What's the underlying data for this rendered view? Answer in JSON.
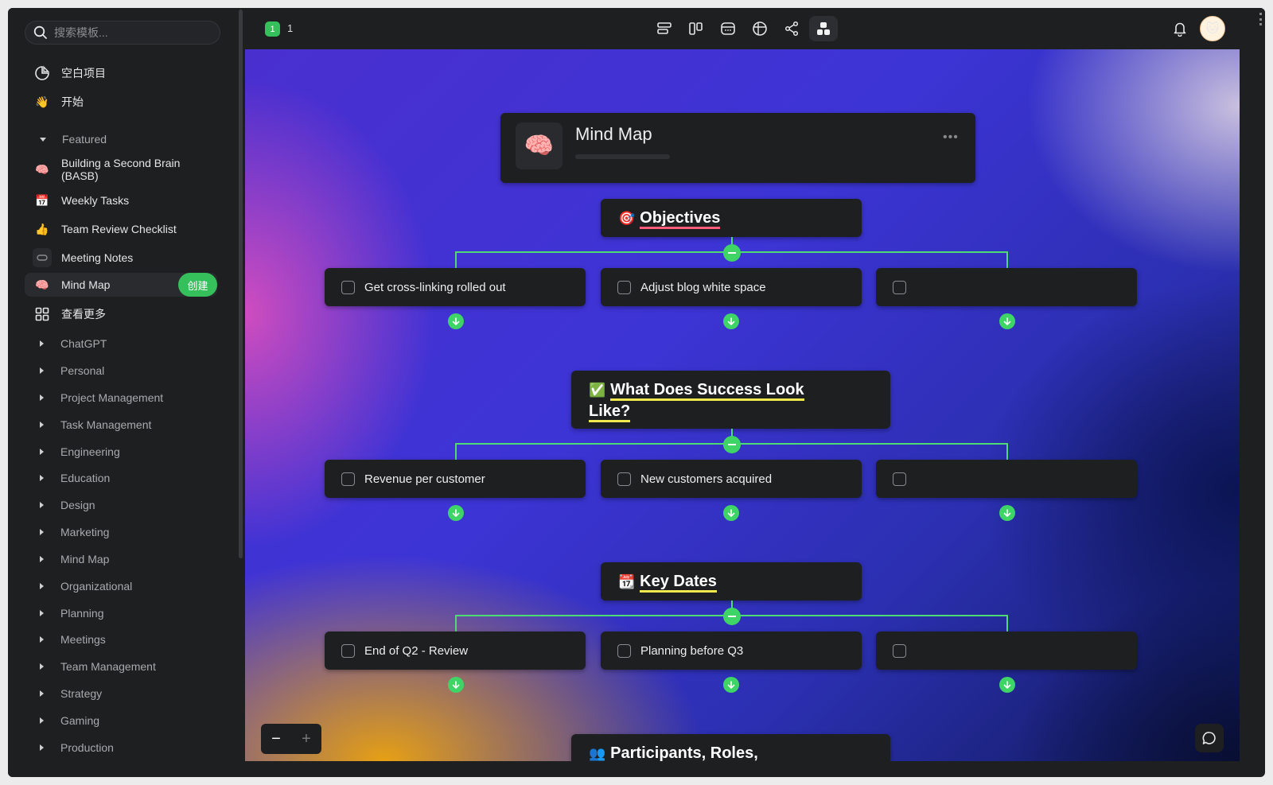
{
  "search": {
    "placeholder": "搜索模板..."
  },
  "sidebar": {
    "top_items": [
      {
        "label": "空白项目",
        "icon": "blank-page-icon"
      },
      {
        "label": "开始",
        "icon": "waving-hand-icon"
      }
    ],
    "featured_label": "Featured",
    "featured": [
      {
        "label": "Building a Second Brain (BASB)",
        "icon": "brain-icon"
      },
      {
        "label": "Weekly Tasks",
        "icon": "calendar-icon"
      },
      {
        "label": "Team Review Checklist",
        "icon": "thumbs-up-icon"
      },
      {
        "label": "Meeting Notes",
        "icon": "link-icon"
      },
      {
        "label": "Mind Map",
        "icon": "brain-icon"
      }
    ],
    "create_label": "创建",
    "see_more": "查看更多",
    "categories": [
      "ChatGPT",
      "Personal",
      "Project Management",
      "Task Management",
      "Engineering",
      "Education",
      "Design",
      "Marketing",
      "Mind Map",
      "Organizational",
      "Planning",
      "Meetings",
      "Team Management",
      "Strategy",
      "Gaming",
      "Production"
    ]
  },
  "topbar": {
    "badge": "1",
    "badge_count": "1",
    "view_icons": [
      "list-view-icon",
      "board-view-icon",
      "calendar-view-icon",
      "table-view-icon",
      "graph-view-icon",
      "mindmap-view-icon"
    ],
    "accent": "#35c05c"
  },
  "mindmap": {
    "title": "Mind Map",
    "title_emoji": "🧠",
    "sections": [
      {
        "emoji": "🎯",
        "title": "Objectives",
        "underline": "#ff5c7a",
        "tasks": [
          "Get cross-linking rolled out",
          "Adjust blog white space",
          ""
        ]
      },
      {
        "emoji": "✅",
        "title_line1": "What Does Success Look",
        "title_line2": "Like?",
        "underline": "#f2e94e",
        "tasks": [
          "Revenue per customer",
          "New customers acquired",
          ""
        ]
      },
      {
        "emoji": "📆",
        "title": "Key Dates",
        "underline": "#f2e94e",
        "tasks": [
          "End of Q2 - Review",
          "Planning before Q3",
          ""
        ]
      },
      {
        "emoji": "👥",
        "title": "Participants, Roles,",
        "underline": "#6fb8ff"
      }
    ]
  },
  "zoom": {
    "minus": "−",
    "plus": "+"
  }
}
